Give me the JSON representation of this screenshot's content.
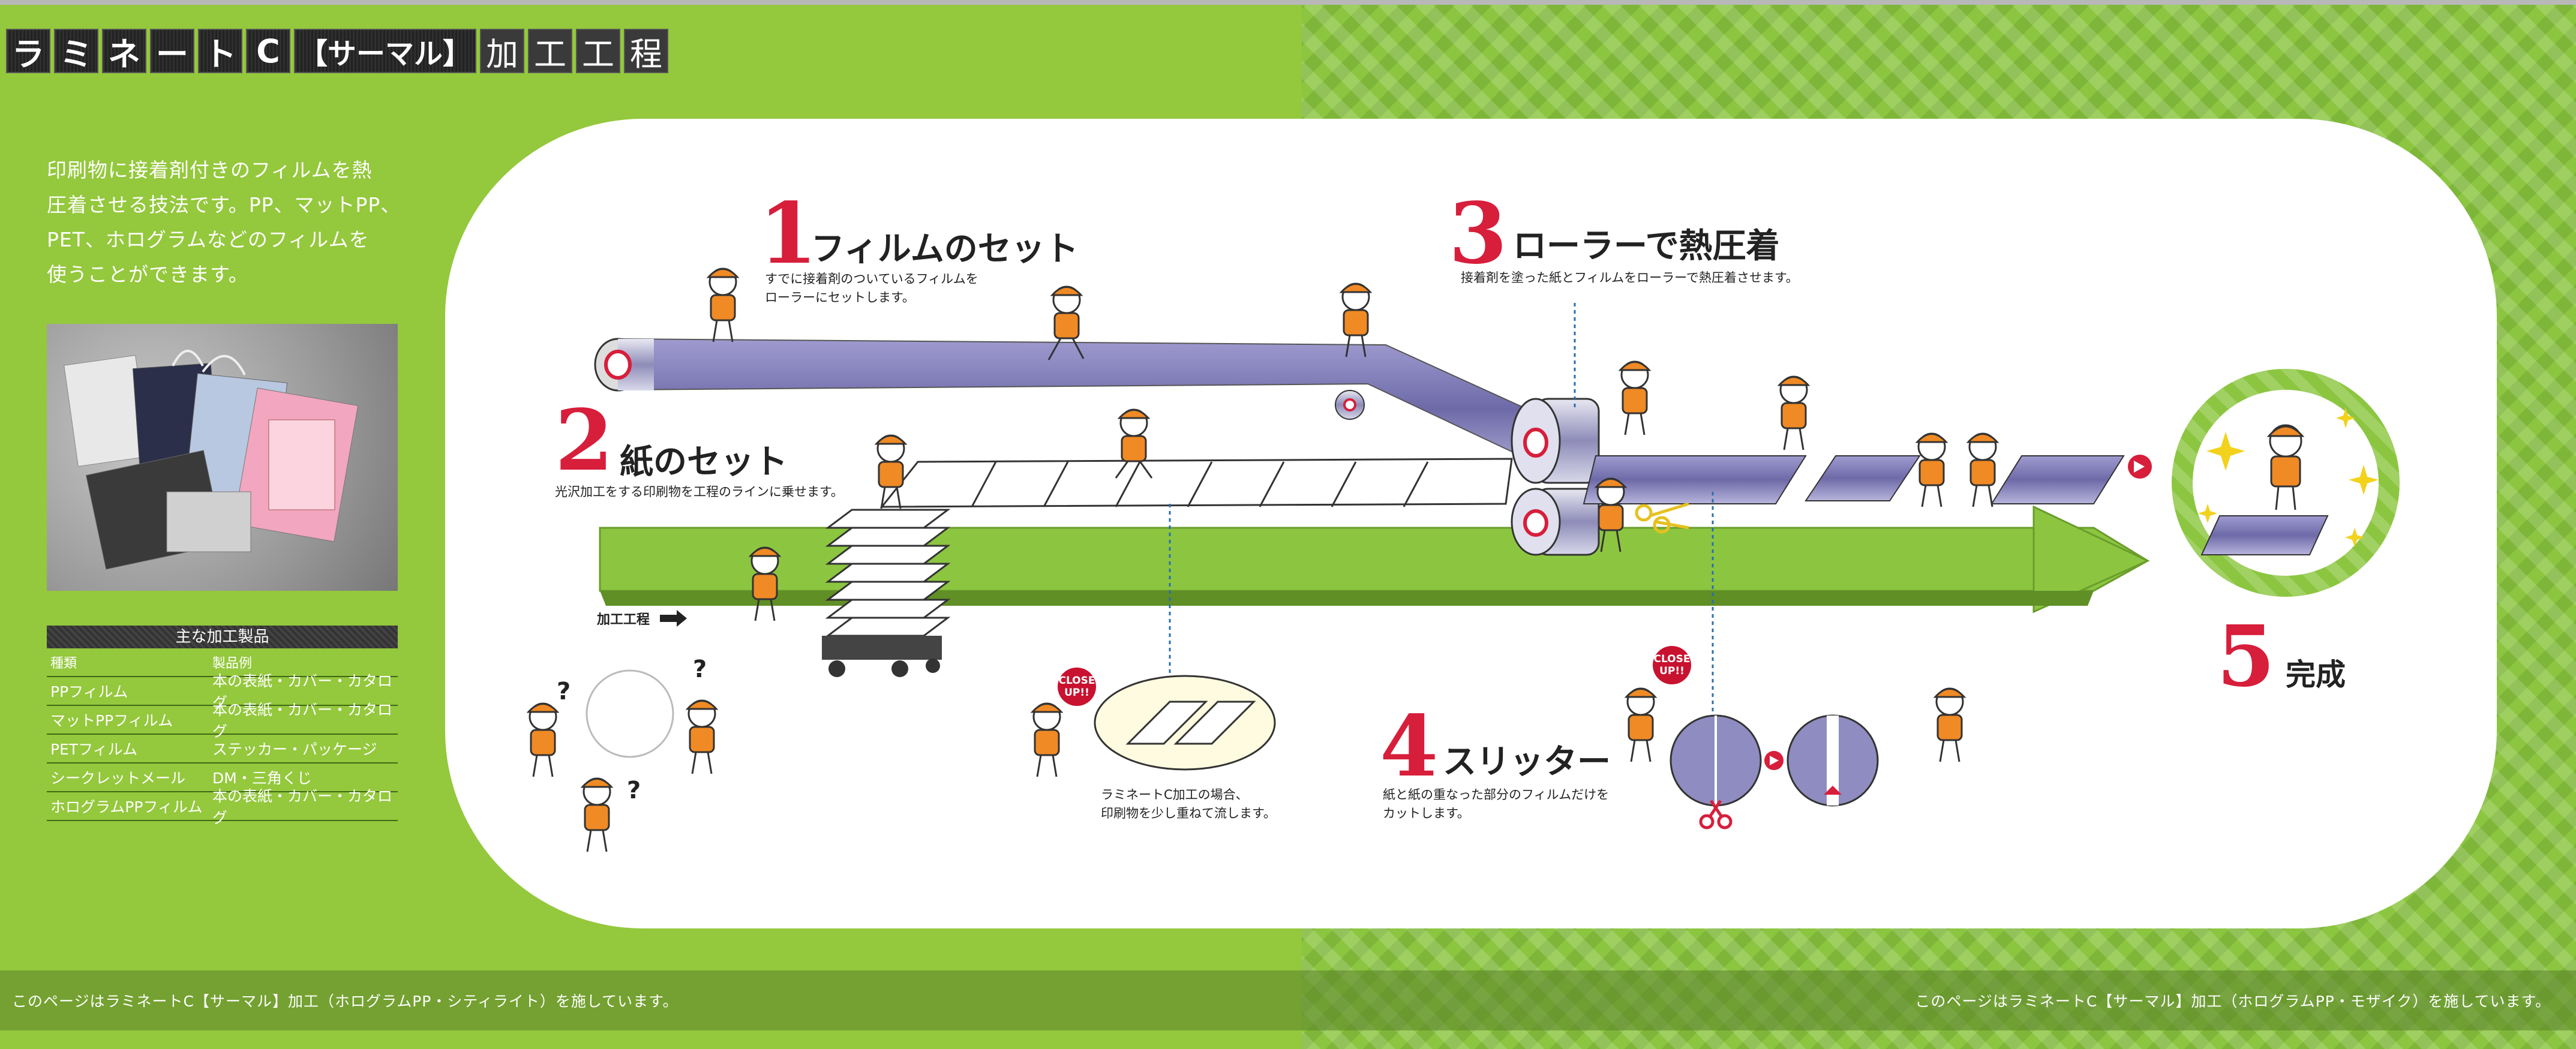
{
  "title": {
    "chars": [
      "ラ",
      "ミ",
      "ネ",
      "ー",
      "ト",
      "C"
    ],
    "bracket": "【サーマル】",
    "kanji": [
      "加",
      "工",
      "工",
      "程"
    ]
  },
  "intro": {
    "lines": [
      "印刷物に接着剤付きのフィルムを熱",
      "圧着させる技法です。PP、マットPP、",
      "PET、ホログラムなどのフィルムを",
      "使うことができます。"
    ]
  },
  "table": {
    "title": "主な加工製品",
    "headers": [
      "種類",
      "製品例"
    ],
    "rows": [
      [
        "PPフィルム",
        "本の表紙・カバー・カタログ"
      ],
      [
        "マットPPフィルム",
        "本の表紙・カバー・カタログ"
      ],
      [
        "PETフィルム",
        "ステッカー・パッケージ"
      ],
      [
        "シークレットメール",
        "DM・三角くじ"
      ],
      [
        "ホログラムPPフィルム",
        "本の表紙・カバー・カタログ"
      ]
    ]
  },
  "steps": [
    {
      "num": "1",
      "title": "フィルムのセット",
      "desc": [
        "すでに接着剤のついているフィルムを",
        "ローラーにセットします。"
      ]
    },
    {
      "num": "2",
      "title": "紙のセット",
      "desc": [
        "光沢加工をする印刷物を工程のラインに乗せます。"
      ]
    },
    {
      "num": "3",
      "title": "ローラーで熱圧着",
      "desc": [
        "接着剤を塗った紙とフィルムをローラーで熱圧着させます。"
      ]
    },
    {
      "num": "4",
      "title": "スリッター",
      "desc": [
        "紙と紙の重なった部分のフィルムだけを",
        "カットします。"
      ]
    },
    {
      "num": "5",
      "title": "完成",
      "desc": []
    }
  ],
  "process_label": "加工工程",
  "overlap_note": [
    "ラミネートC加工の場合、",
    "印刷物を少し重ねて流します。"
  ],
  "close_up": "CLOSE UP!!",
  "question_mark": "?",
  "footer": {
    "left": "このページはラミネートC【サーマル】加工（ホログラムPP・シティライト）を施しています。",
    "right": "このページはラミネートC【サーマル】加工（ホログラムPP・モザイク）を施しています。"
  },
  "colors": {
    "accent_red": "#d71e3b",
    "green": "#8cc63f",
    "worker_orange": "#f08a24",
    "film_purple": "#7d78b0"
  },
  "icons": [
    "roller-icon",
    "worker-icon",
    "scissors-icon",
    "sparkle-icon",
    "arrow-right-icon",
    "magnifier-icon"
  ]
}
